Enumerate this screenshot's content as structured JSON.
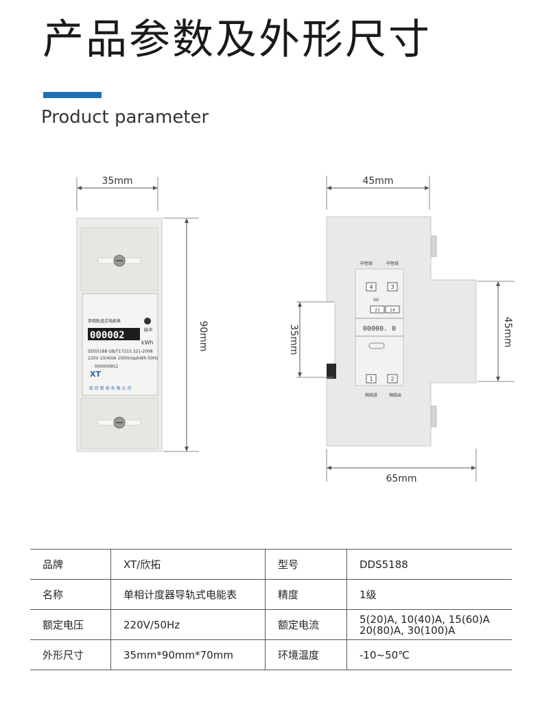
{
  "header": {
    "title": "产品参数及外形尺寸",
    "subtitle": "Product parameter",
    "accent_color": "#1f6fb5"
  },
  "front_view": {
    "width_label": "35mm",
    "height_label": "90mm",
    "meter_name": "单相轨道式电能表",
    "unit": "kWh",
    "counter": "000002",
    "model_line": "DDS5188   GB/T17215.321-2008",
    "rating_line": "220V  10(40)A  1000imp/kWh  50Hz",
    "serial": "000000952",
    "brand": "XT",
    "company": "航 欣 新 拓 有 限 公 司",
    "pulse_label": "脉冲"
  },
  "side_view": {
    "width_label": "45mm",
    "bottom_label": "65mm",
    "left_height_label": "35mm",
    "right_height_label": "45mm",
    "terminal_top_left": "4",
    "terminal_top_right": "3",
    "terminal_mid_a": "23",
    "terminal_mid_b": "24",
    "terminal_bottom_left": "1",
    "terminal_bottom_right": "2",
    "counter": "00000. 0",
    "top_left_label": "中性线",
    "top_right_label": "中性线",
    "bottom_left_label": "相线进",
    "bottom_right_label": "相线出",
    "mid_label": "SO"
  },
  "params": {
    "rows": [
      {
        "k1": "品牌",
        "v1": "XT/欣拓",
        "k2": "型号",
        "v2": "DDS5188"
      },
      {
        "k1": "名称",
        "v1": "单相计度器导轨式电能表",
        "k2": "精度",
        "v2": "1级"
      },
      {
        "k1": "额定电压",
        "v1": "220V/50Hz",
        "k2": "额定电流",
        "v2a": "5(20)A, 10(40)A, 15(60)A",
        "v2b": "20(80)A, 30(100)A"
      },
      {
        "k1": "外形尺寸",
        "v1": "35mm*90mm*70mm",
        "k2": "环境温度",
        "v2": "-10~50℃"
      }
    ]
  }
}
